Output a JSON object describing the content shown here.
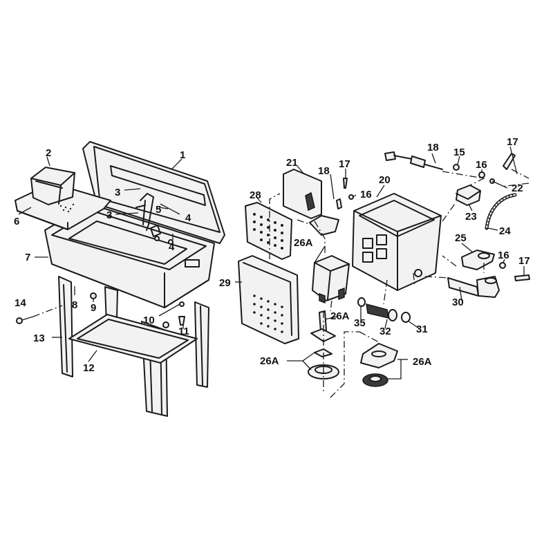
{
  "callouts": {
    "c1": "1",
    "c2": "2",
    "c3a": "3",
    "c3b": "3",
    "c4a": "4",
    "c4b": "4",
    "c5": "5",
    "c6": "6",
    "c7": "7",
    "c8": "8",
    "c9": "9",
    "c10": "10",
    "c11": "11",
    "c12": "12",
    "c13": "13",
    "c14": "14",
    "c15": "15",
    "c16a": "16",
    "c16b": "16",
    "c16c": "16",
    "c17a": "17",
    "c17b": "17",
    "c17c": "17",
    "c18a": "18",
    "c18b": "18",
    "c20": "20",
    "c21": "21",
    "c22": "22",
    "c23": "23",
    "c24": "24",
    "c25": "25",
    "c26a1": "26A",
    "c26a2": "26A",
    "c26a3": "26A",
    "c26a4": "26A",
    "c28": "28",
    "c29": "29",
    "c30": "30",
    "c31": "31",
    "c32": "32",
    "c35": "35"
  },
  "colors": {
    "line": "#1a1a1a",
    "fill": "#f2f2f2",
    "background": "#ffffff"
  }
}
